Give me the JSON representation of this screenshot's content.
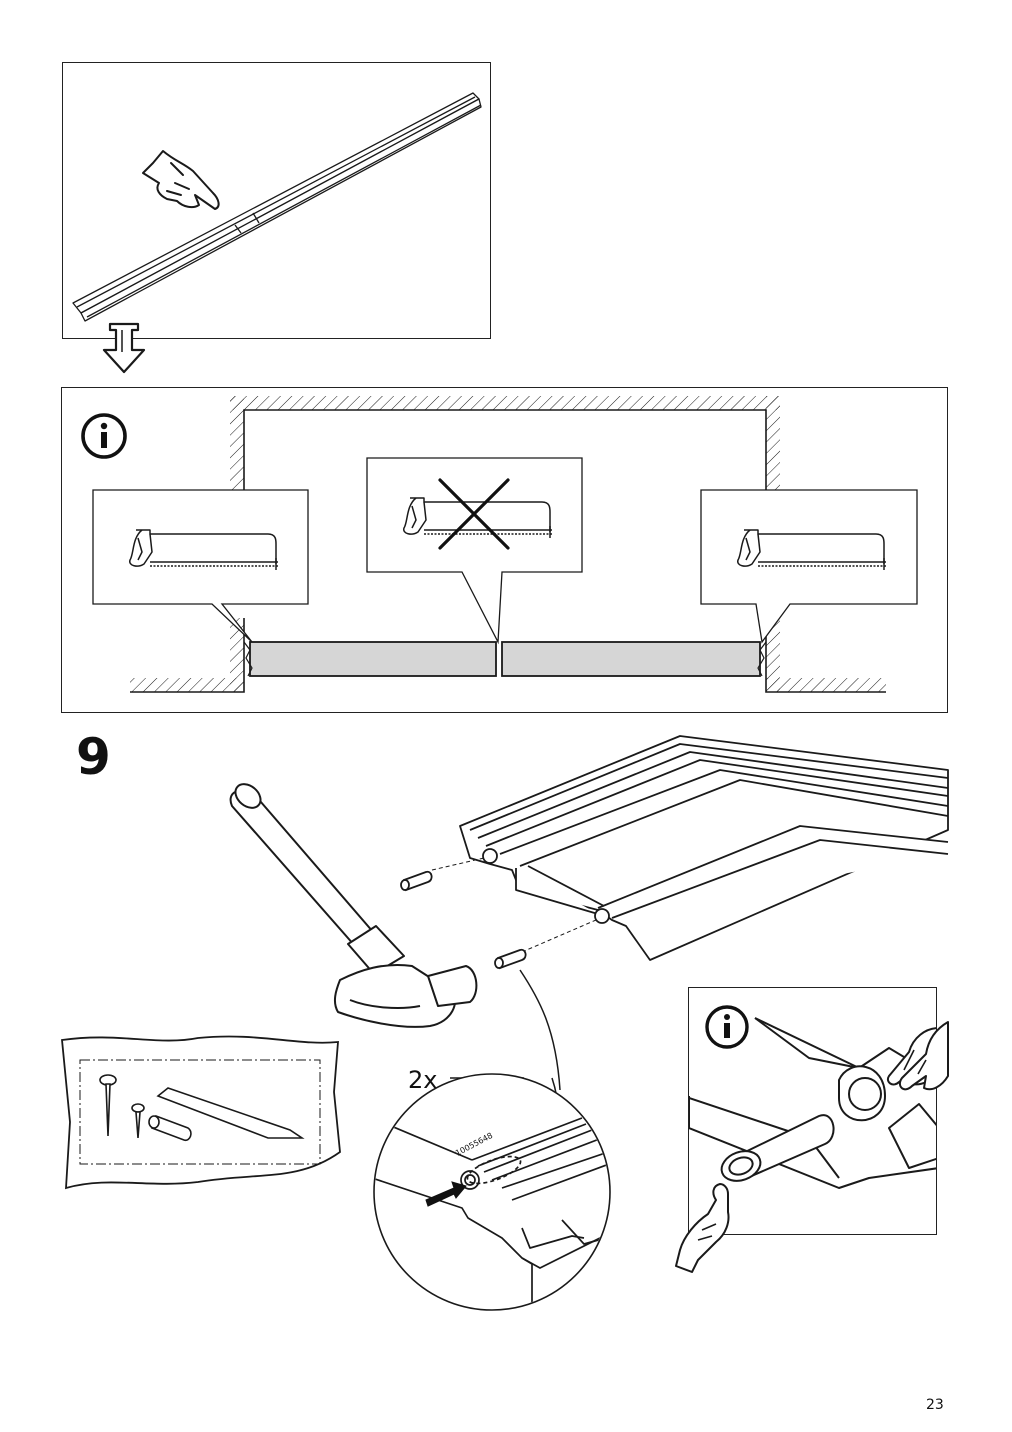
{
  "step": {
    "number": "9"
  },
  "page": {
    "number": "23"
  },
  "detail": {
    "quantity": "2x",
    "part_code": "10055648"
  },
  "icons": {
    "info": "info-icon",
    "arrow": "down-arrow-icon",
    "hand": "pointing-hand-icon",
    "saw": "hacksaw-icon",
    "cross": "cross-icon",
    "hammer": "hammer-icon",
    "bag": "fittings-bag-icon"
  },
  "colors": {
    "line": "#1a1a1a",
    "fill_grey": "#d6d6d6",
    "background": "#ffffff"
  }
}
